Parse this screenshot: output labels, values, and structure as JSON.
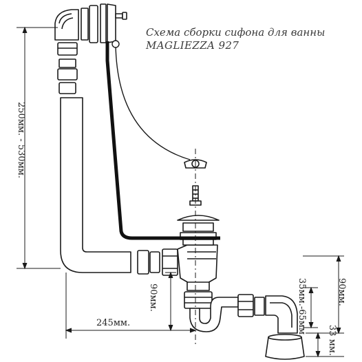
{
  "title": {
    "line1": "Схема сборки сифона для ванны",
    "line2": "MAGLIEZZA 927"
  },
  "dimensions": {
    "overflow_height": "250мм. - 530мм.",
    "horizontal_reach": "245мм.",
    "outlet_height": "90мм.",
    "right_height": "90мм.",
    "connector_range": "35мм.-65мм.",
    "bottom_offset": "33 мм."
  },
  "colors": {
    "line": "#1a1a1a",
    "fill": "#ffffff",
    "cable": "#111111"
  }
}
